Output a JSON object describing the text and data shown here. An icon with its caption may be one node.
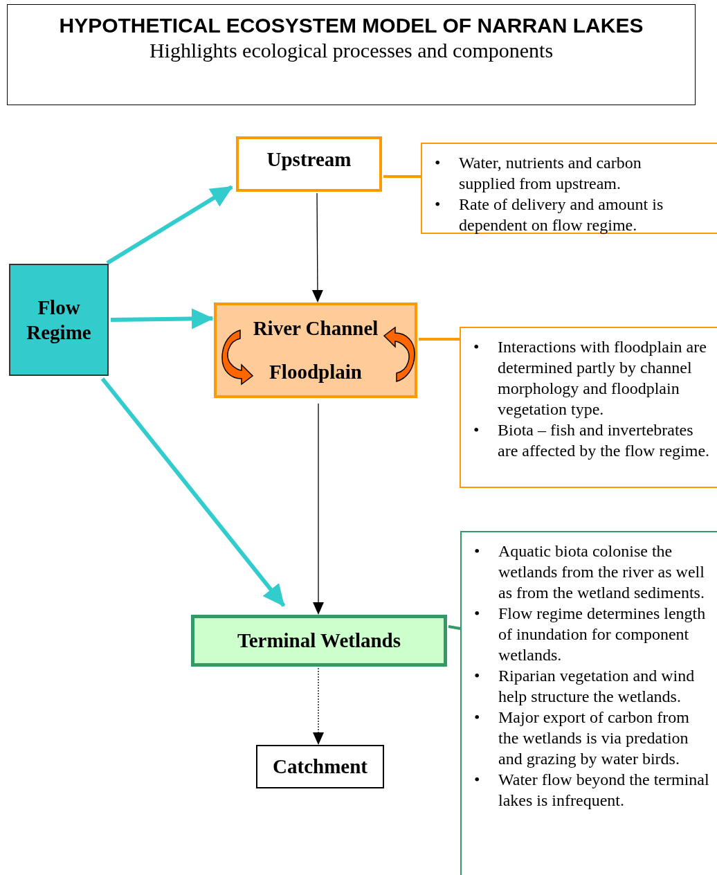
{
  "diagram": {
    "title": "HYPOTHETICAL ECOSYSTEM MODEL OF NARRAN LAKES",
    "nodes": [
      {
        "text": [
          "Flow Regime"
        ]
      },
      {
        "text": [
          "Upstream"
        ]
      },
      {
        "text": [
          "River Channel",
          "Floodplain"
        ]
      },
      {
        "text": [
          "Terminal Wetlands"
        ]
      },
      {
        "text": [
          "Catchment"
        ]
      },
      {
        "text": [
          "•",
          "Water, nutrients and carbon supplied from upstream.",
          "•",
          "Rate of delivery and amount is dependent on flow regime."
        ]
      },
      {
        "text": [
          "•",
          "Interactions with floodplain are determined partly by channel morphology and floodplain vegetation type.",
          "•",
          "Biota – fish and invertebrates are affected by the flow regime."
        ]
      },
      {
        "text": [
          "•",
          "Aquatic biota colonise the wetlands from the river as well as from the wetland sediments.",
          "•",
          "Flow regime determines length of inundation for component wetlands.",
          "•",
          "Riparian vegetation and wind help structure the wetlands.",
          "•",
          "Major export of carbon from the wetlands is via predation and grazing by water birds.",
          "•",
          "Water flow beyond the terminal lakes is infrequent."
        ]
      }
    ],
    "edges": [
      {
        "from": 0,
        "to": 1,
        "arrow": "to",
        "color": "#33cccc"
      },
      {
        "from": 0,
        "to": 2,
        "arrow": "to",
        "color": "#33cccc"
      },
      {
        "from": 0,
        "to": 3,
        "arrow": "to",
        "color": "#33cccc"
      },
      {
        "from": 1,
        "to": 2,
        "arrow": "to",
        "color": "#000000"
      },
      {
        "from": 2,
        "to": 3,
        "arrow": "to",
        "color": "#000000"
      },
      {
        "from": 3,
        "to": 4,
        "arrow": "to",
        "style": "dashed",
        "color": "#000000"
      },
      {
        "from": 1,
        "to": 5,
        "arrow": "none",
        "color": "#ff9900"
      },
      {
        "from": 2,
        "to": 6,
        "arrow": "none",
        "color": "#ff9900"
      },
      {
        "from": 3,
        "to": 7,
        "arrow": "none",
        "color": "#339966"
      }
    ],
    "labels": [
      "Highlights ecological processes and components"
    ]
  }
}
